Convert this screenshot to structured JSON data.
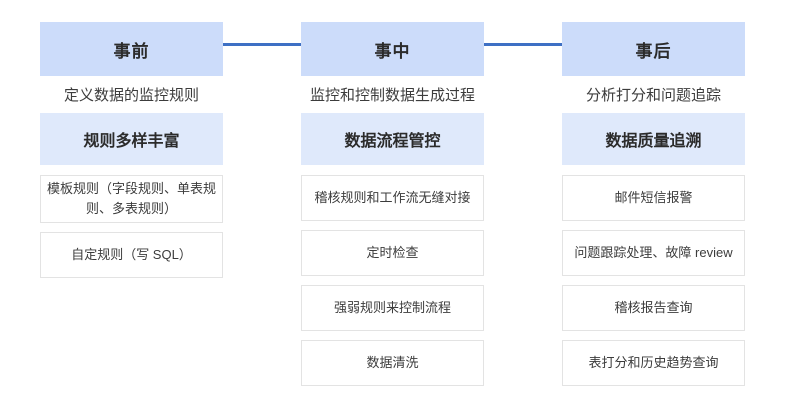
{
  "colors": {
    "header-bg": "#ccdcfa",
    "subtitle-bg": "#dfe9fb",
    "connector": "#3e70c4",
    "item-border": "#e3e3e3",
    "item-bg": "#ffffff",
    "title-text": "#2b2b2b",
    "body-text": "#3c3c3c"
  },
  "columns": [
    {
      "title": "事前",
      "description": "定义数据的监控规则",
      "subtitle": "规则多样丰富",
      "items": [
        "模板规则（字段规则、单表规则、多表规则）",
        "自定规则（写 SQL）"
      ]
    },
    {
      "title": "事中",
      "description": "监控和控制数据生成过程",
      "subtitle": "数据流程管控",
      "items": [
        "稽核规则和工作流无缝对接",
        "定时检查",
        "强弱规则来控制流程",
        "数据清洗"
      ]
    },
    {
      "title": "事后",
      "description": "分析打分和问题追踪",
      "subtitle": "数据质量追溯",
      "items": [
        "邮件短信报警",
        "问题跟踪处理、故障 review",
        "稽核报告查询",
        "表打分和历史趋势查询"
      ]
    }
  ]
}
